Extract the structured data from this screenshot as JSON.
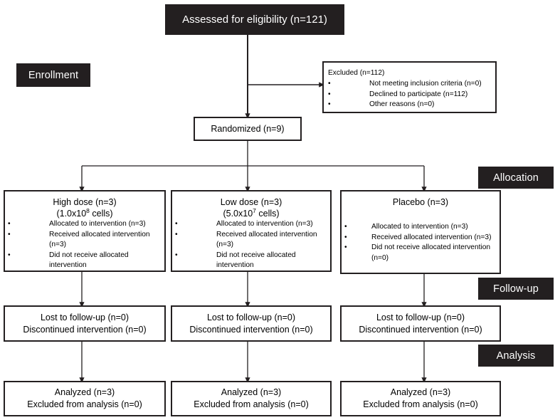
{
  "diagram": {
    "type": "consort-flow-diagram",
    "colors": {
      "ink": "#231f20",
      "paper": "#ffffff",
      "stage_bg": "#231f20",
      "stage_text": "#ffffff"
    }
  },
  "stages": {
    "enrollment": "Enrollment",
    "allocation": "Allocation",
    "followup": "Follow-up",
    "analysis": "Analysis"
  },
  "enrollment": {
    "assessed": "Assessed for eligibility (n=121)",
    "excluded": {
      "heading": "Excluded (n=112)",
      "reasons": [
        "Not meeting inclusion criteria (n=0)",
        "Declined to participate (n=112)",
        "Other reasons (n=0)"
      ]
    },
    "randomized": "Randomized (n=9)"
  },
  "allocation": {
    "arms": [
      {
        "title": "High dose (n=3)",
        "subtitle_pre": "(1.0x10",
        "subtitle_sup": "8",
        "subtitle_post": " cells)",
        "items": [
          "Allocated to intervention (n=3)",
          "Received allocated intervention (n=3)",
          "Did not receive allocated intervention"
        ]
      },
      {
        "title": "Low dose (n=3)",
        "subtitle_pre": "(5.0x10",
        "subtitle_sup": "7",
        "subtitle_post": " cells)",
        "items": [
          "Allocated to intervention (n=3)",
          "Received allocated intervention (n=3)",
          "Did not receive allocated intervention"
        ]
      },
      {
        "title": "Placebo (n=3)",
        "subtitle_pre": "",
        "subtitle_sup": "",
        "subtitle_post": "",
        "items": [
          "Allocated to intervention (n=3)",
          "Received allocated intervention (n=3)",
          "Did not receive allocated intervention (n=0)"
        ]
      }
    ]
  },
  "followup": {
    "columns": [
      {
        "line1": "Lost to follow-up (n=0)",
        "line2": "Discontinued intervention (n=0)"
      },
      {
        "line1": "Lost to follow-up (n=0)",
        "line2": "Discontinued intervention (n=0)"
      },
      {
        "line1": "Lost to follow-up (n=0)",
        "line2": "Discontinued intervention (n=0)"
      }
    ]
  },
  "analysis": {
    "columns": [
      {
        "line1": "Analyzed (n=3)",
        "line2": "Excluded from analysis (n=0)"
      },
      {
        "line1": "Analyzed (n=3)",
        "line2": "Excluded from analysis (n=0)"
      },
      {
        "line1": "Analyzed (n=3)",
        "line2": "Excluded from analysis (n=0)"
      }
    ]
  }
}
